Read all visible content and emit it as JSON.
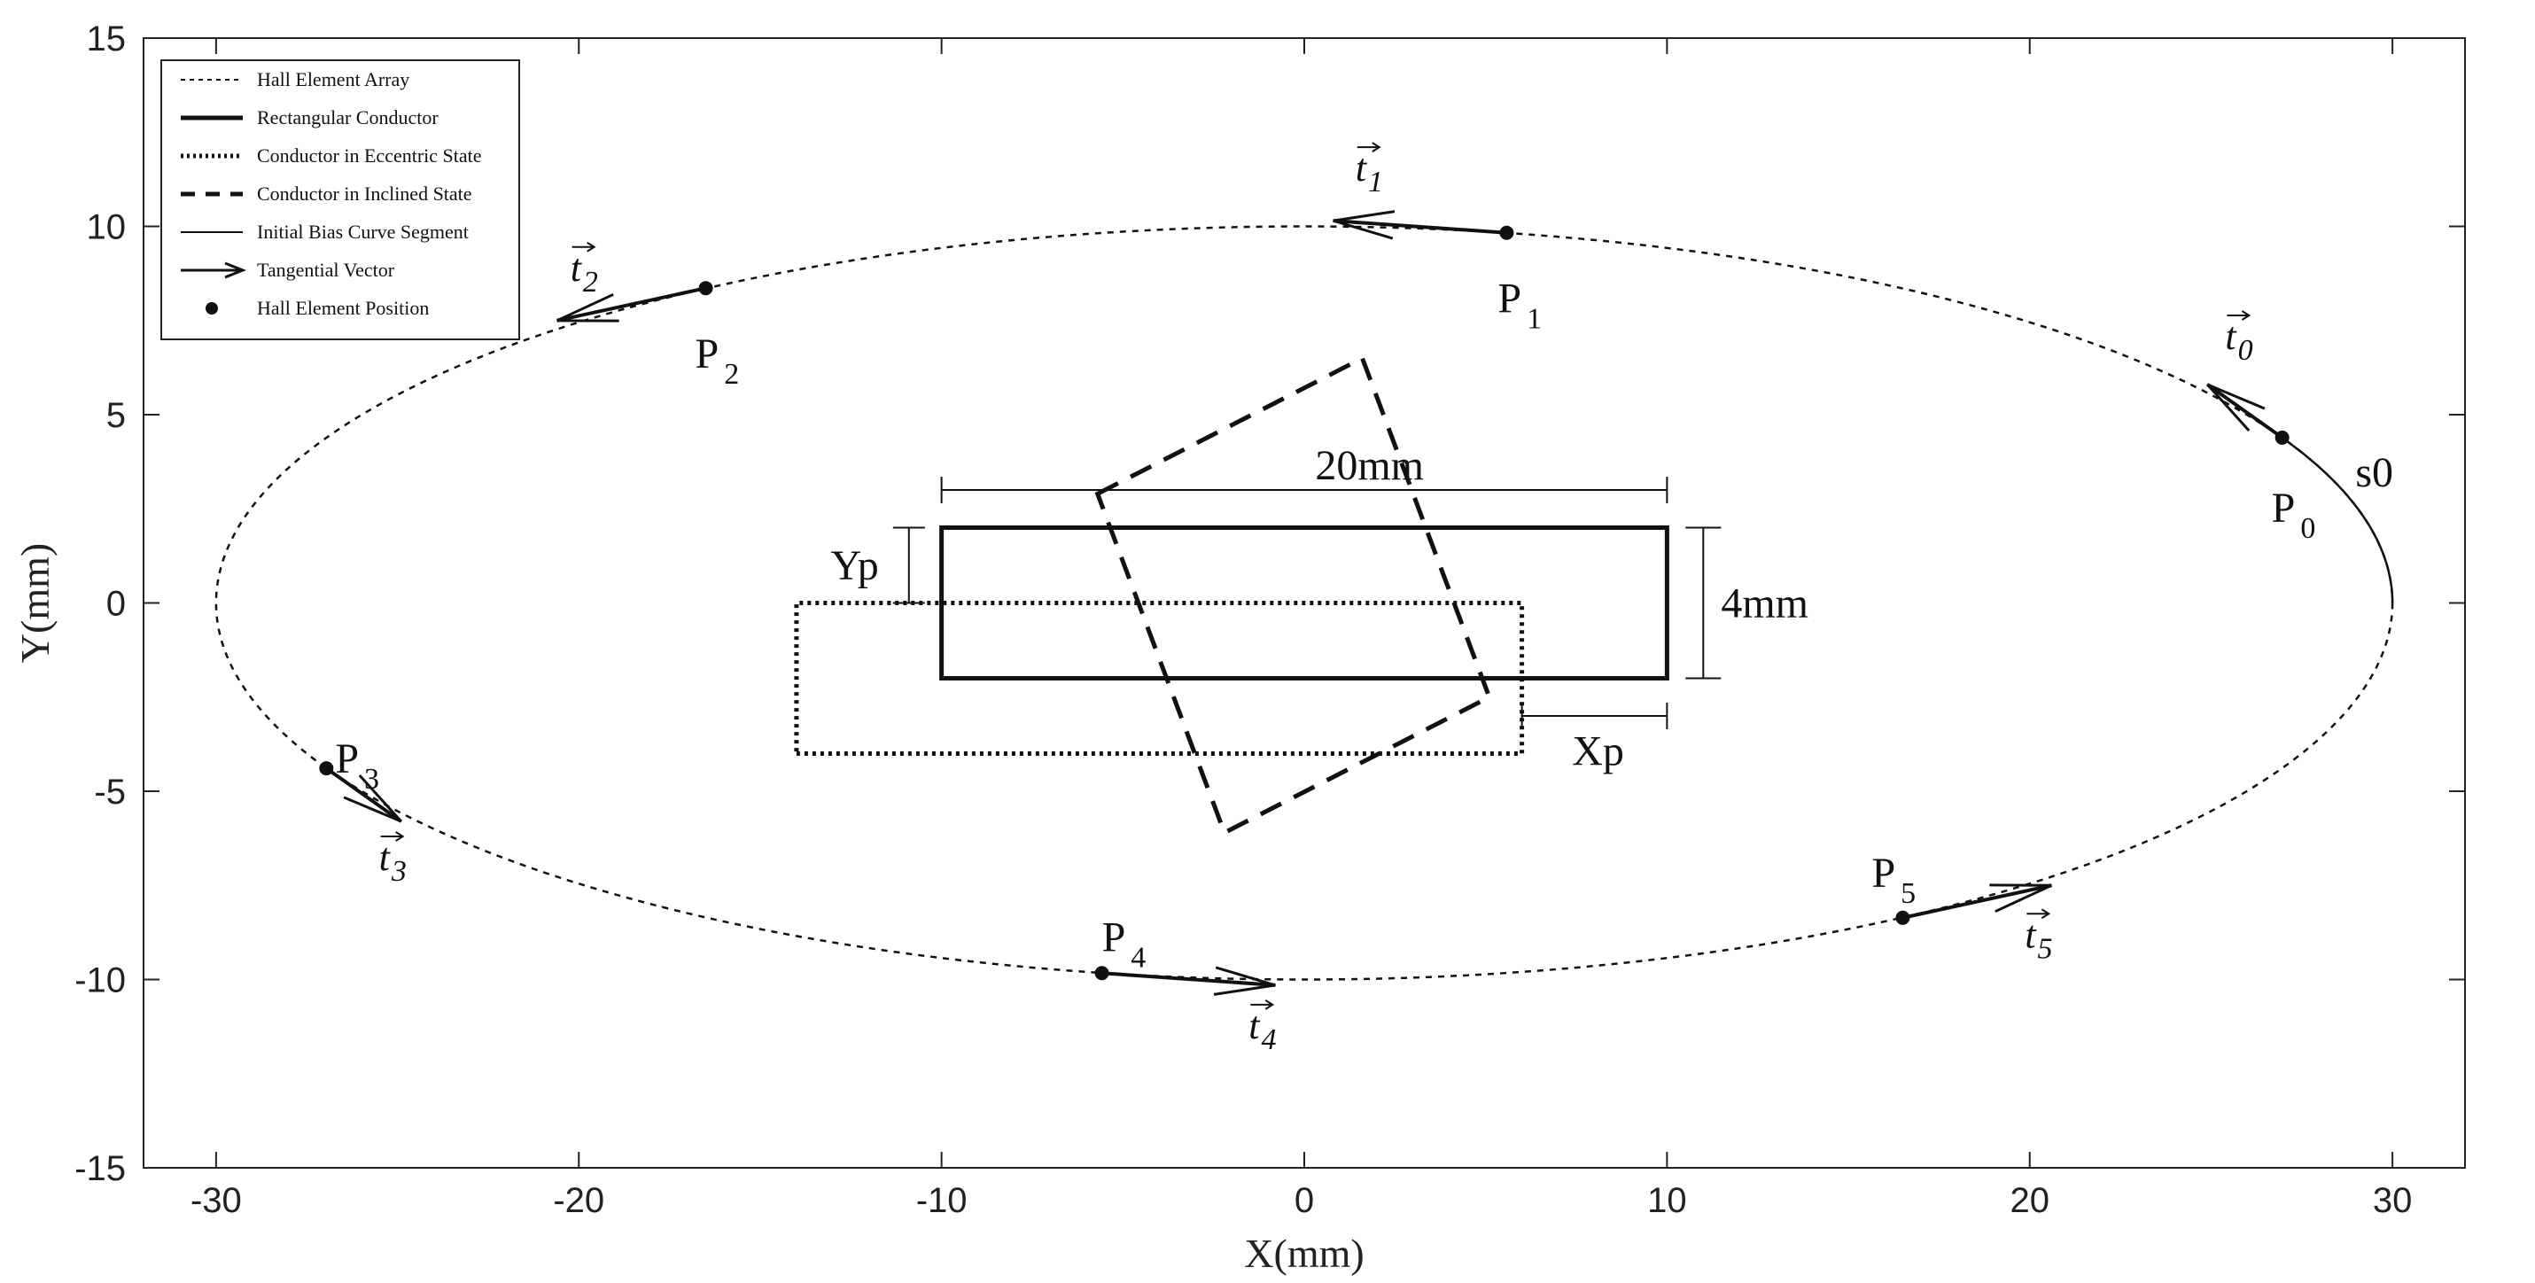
{
  "chart_data": {
    "type": "line",
    "xlabel": "X(mm)",
    "ylabel": "Y(mm)",
    "xlim": [
      -32,
      32
    ],
    "ylim": [
      -15,
      15
    ],
    "xticks": [
      -30,
      -20,
      -10,
      0,
      10,
      20,
      30
    ],
    "yticks": [
      -15,
      -10,
      -5,
      0,
      5,
      10,
      15
    ],
    "grid": false,
    "legend_position": "top-left",
    "legend": [
      {
        "label": "Hall Element Array",
        "style": "dotted-thin"
      },
      {
        "label": "Rectangular Conductor",
        "style": "solid-thick"
      },
      {
        "label": "Conductor in Eccentric State",
        "style": "dotted-thick"
      },
      {
        "label": "Conductor in Inclined State",
        "style": "dashed-thick"
      },
      {
        "label": "Initial Bias Curve Segment",
        "style": "solid-thin"
      },
      {
        "label": "Tangential Vector",
        "style": "arrow"
      },
      {
        "label": "Hall Element Position",
        "style": "marker"
      }
    ],
    "ellipse": {
      "center": [
        0,
        0
      ],
      "a": 30,
      "b": 10
    },
    "initial_bias_curve": {
      "start_angle_deg": 0,
      "end_angle_deg": 26
    },
    "rectangular_conductor": [
      [
        -10,
        -2
      ],
      [
        10,
        -2
      ],
      [
        10,
        2
      ],
      [
        -10,
        2
      ]
    ],
    "eccentric_conductor": [
      [
        -14,
        -4
      ],
      [
        6,
        -4
      ],
      [
        6,
        0
      ],
      [
        -14,
        0
      ]
    ],
    "inclined_conductor": [
      [
        -5.7,
        2.9
      ],
      [
        1.6,
        6.5
      ],
      [
        5.1,
        -2.5
      ],
      [
        -2.2,
        -6.1
      ]
    ],
    "hall_points": [
      {
        "name": "P",
        "sub": "0",
        "x": 26.96,
        "y": 4.39,
        "tip": [
          24.9,
          5.8
        ],
        "tangent_label": "t",
        "tangent_sub": "0"
      },
      {
        "name": "P",
        "sub": "1",
        "x": 5.58,
        "y": 9.83,
        "tip": [
          0.8,
          10.15
        ],
        "tangent_label": "t",
        "tangent_sub": "1"
      },
      {
        "name": "P",
        "sub": "2",
        "x": -16.5,
        "y": 8.36,
        "tip": [
          -20.6,
          7.5
        ],
        "tangent_label": "t",
        "tangent_sub": "2"
      },
      {
        "name": "P",
        "sub": "3",
        "x": -26.96,
        "y": -4.39,
        "tip": [
          -24.9,
          -5.8
        ],
        "tangent_label": "t",
        "tangent_sub": "3"
      },
      {
        "name": "P",
        "sub": "4",
        "x": -5.58,
        "y": -9.83,
        "tip": [
          -0.8,
          -10.15
        ],
        "tangent_label": "t",
        "tangent_sub": "4"
      },
      {
        "name": "P",
        "sub": "5",
        "x": 16.5,
        "y": -8.36,
        "tip": [
          20.6,
          -7.5
        ],
        "tangent_label": "t",
        "tangent_sub": "5"
      }
    ],
    "annotations": {
      "width_label": "20mm",
      "height_label": "4mm",
      "xp_label": "Xp",
      "yp_label": "Yp",
      "s0_label": "s0"
    }
  }
}
